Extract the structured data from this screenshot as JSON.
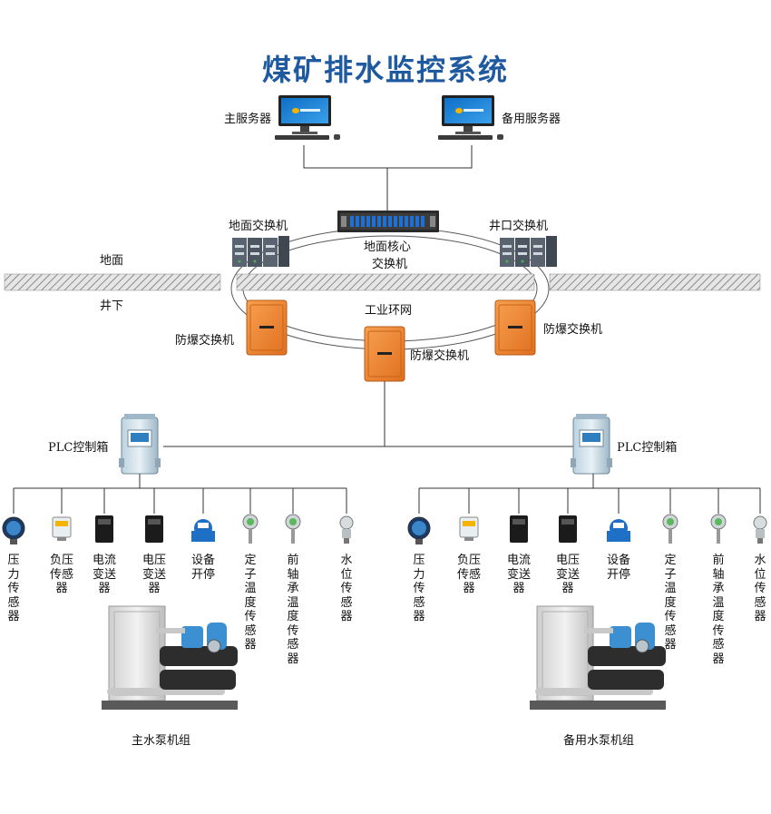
{
  "title": "煤矿排水监控系统",
  "servers": {
    "main": "主服务器",
    "backup": "备用服务器"
  },
  "switches": {
    "surface": "地面交换机",
    "shaft": "井口交换机",
    "core_line1": "地面核心",
    "core_line2": "交换机",
    "ring": "工业环网",
    "explosion_proof": "防爆交换机"
  },
  "ground": {
    "above": "地面",
    "below": "井下"
  },
  "plc": "PLC控制箱",
  "sensors": [
    "压力传感器",
    "负压传感器",
    "电流变送器",
    "电压变送器",
    "设备开停",
    "定子温度传感器",
    "前轴承温度传感器",
    "水位传感器"
  ],
  "pumps": {
    "main": "主水泵机组",
    "backup": "备用水泵机组"
  },
  "colors": {
    "title": "#1f5aa0",
    "explosion_box": "#f0872a",
    "line": "#333333",
    "ground_hatch": "#9a9a9a"
  }
}
